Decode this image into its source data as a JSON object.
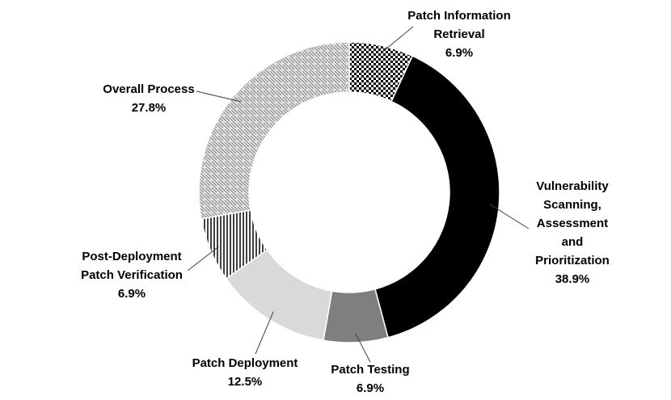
{
  "chart_data": {
    "type": "pie",
    "title": "",
    "center": "",
    "slices": [
      {
        "label_lines": [
          "Patch Information",
          "Retrieval"
        ],
        "value": 6.9,
        "value_label": "6.9%",
        "fill": "checker"
      },
      {
        "label_lines": [
          "Vulnerability",
          "Scanning,",
          "Assessment",
          "and",
          "Prioritization"
        ],
        "value": 38.9,
        "value_label": "38.9%",
        "fill": "#000000"
      },
      {
        "label_lines": [
          "Patch Testing"
        ],
        "value": 6.9,
        "value_label": "6.9%",
        "fill": "#7f7f7f"
      },
      {
        "label_lines": [
          "Patch Deployment"
        ],
        "value": 12.5,
        "value_label": "12.5%",
        "fill": "#d9d9d9"
      },
      {
        "label_lines": [
          "Post-Deployment",
          "Patch Verification"
        ],
        "value": 6.9,
        "value_label": "6.9%",
        "fill": "vertical-stripes"
      },
      {
        "label_lines": [
          "Overall Process"
        ],
        "value": 27.8,
        "value_label": "27.8%",
        "fill": "weave"
      }
    ],
    "legend": "none",
    "colors": {
      "text": "#000000",
      "leader": "#404040",
      "slice_border": "#ffffff",
      "background": "#ffffff"
    }
  }
}
